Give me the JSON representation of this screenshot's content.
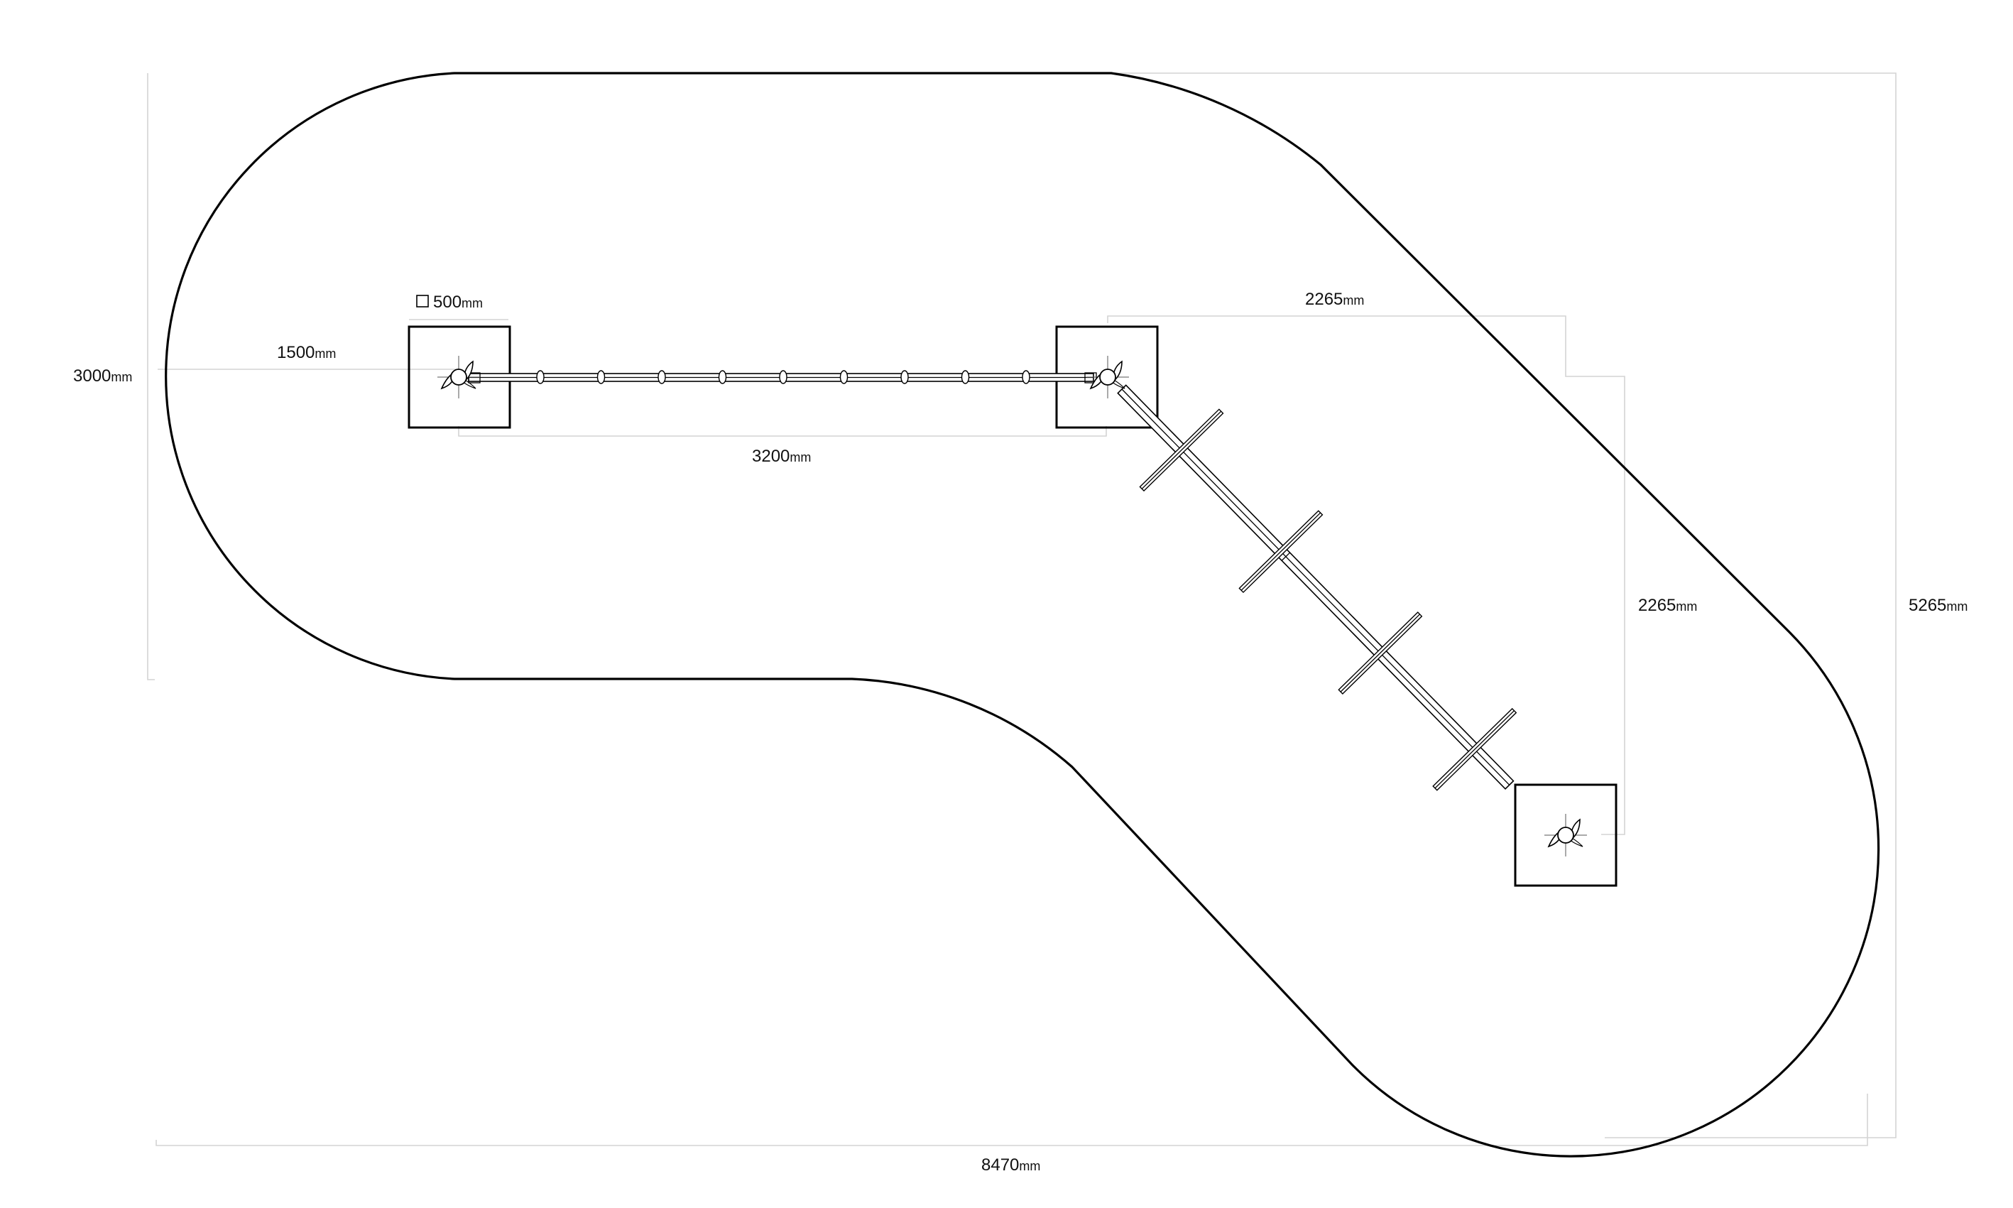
{
  "unit": "mm",
  "dimensions": {
    "square_size": {
      "value": "500",
      "unit": "mm"
    },
    "left_offset": {
      "value": "1500",
      "unit": "mm"
    },
    "left_height": {
      "value": "3000",
      "unit": "mm"
    },
    "span_horizontal": {
      "value": "3200",
      "unit": "mm"
    },
    "span_diag_horizontal": {
      "value": "2265",
      "unit": "mm"
    },
    "span_diag_vertical": {
      "value": "2265",
      "unit": "mm"
    },
    "total_height": {
      "value": "5265",
      "unit": "mm"
    },
    "total_width": {
      "value": "8470",
      "unit": "mm"
    }
  },
  "colors": {
    "outline": "#000000",
    "dimension_lines": "#d4d4d4",
    "background": "#ffffff"
  }
}
